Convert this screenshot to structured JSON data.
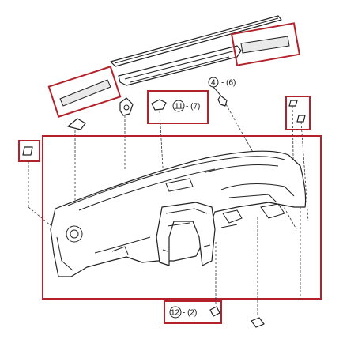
{
  "highlight_color": "#b3222a",
  "callouts": {
    "c4": {
      "number": "4",
      "qty": "- (6)"
    },
    "c11": {
      "number": "11",
      "qty": "- (7)"
    },
    "c12": {
      "number": "12",
      "qty": "- (2)"
    }
  }
}
